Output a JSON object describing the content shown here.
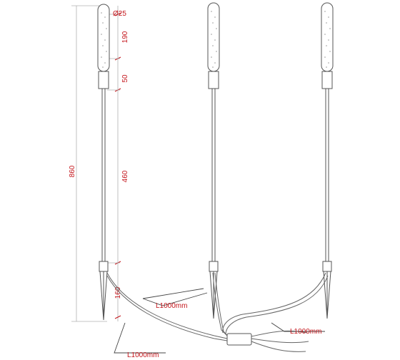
{
  "dimensions": {
    "total_height": "860",
    "diameter": "Ø25",
    "tube_length": "190",
    "neck_length": "50",
    "stem_length": "460",
    "spike_length": "160"
  },
  "cable_labels": {
    "upper": "L1000mm",
    "right": "L1000mm",
    "bottom": "L1000mm"
  },
  "colors": {
    "dimension_text": "#c4161c",
    "outline": "#555555"
  }
}
